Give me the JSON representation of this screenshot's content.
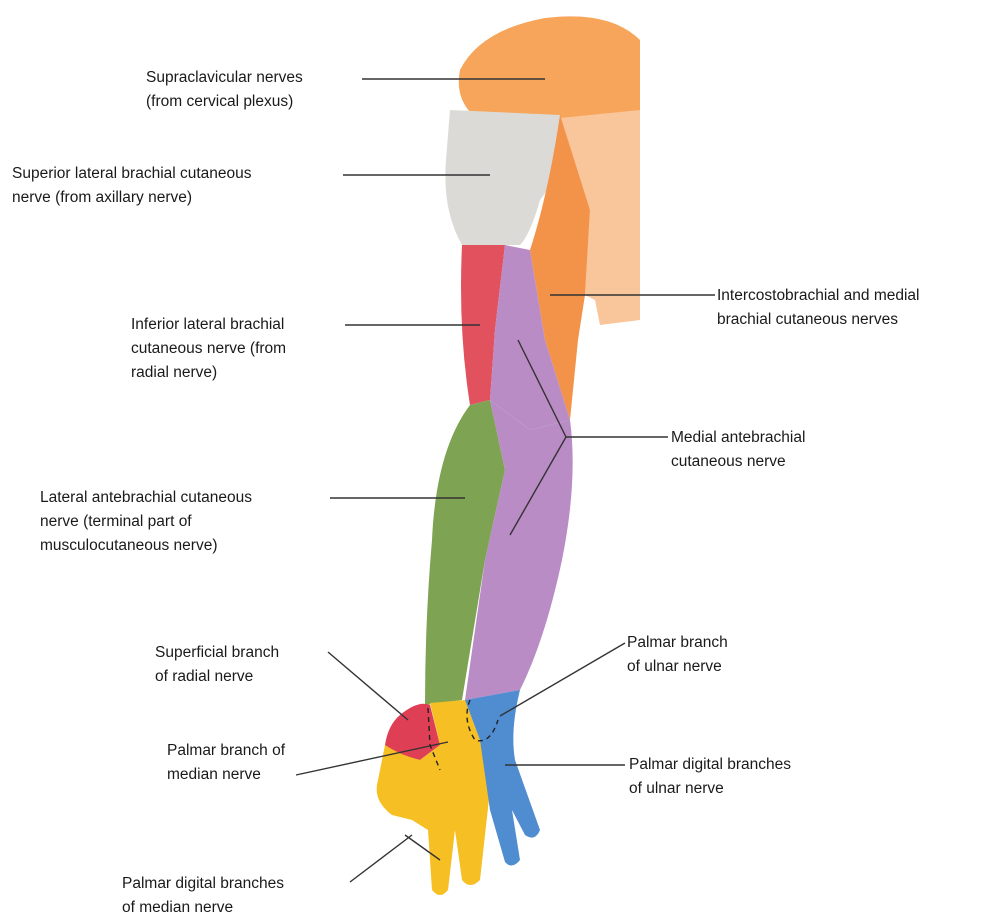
{
  "labels": {
    "supraclavicular": [
      "Supraclavicular nerves",
      "(from cervical plexus)"
    ],
    "superior_lateral": [
      "Superior lateral brachial cutaneous",
      "nerve (from axillary nerve)"
    ],
    "inferior_lateral": [
      "Inferior lateral brachial",
      "cutaneous nerve (from",
      "radial nerve)"
    ],
    "lateral_antebrachial": [
      "Lateral antebrachial cutaneous",
      "nerve (terminal part of",
      "musculocutaneous nerve)"
    ],
    "superficial_radial": [
      "Superficial branch",
      "of radial nerve"
    ],
    "palmar_median": [
      "Palmar branch of",
      "median nerve"
    ],
    "digital_median": [
      "Palmar digital branches",
      "of median nerve"
    ],
    "intercostobrachial": [
      "Intercostobrachial and medial",
      "brachial cutaneous nerves"
    ],
    "medial_antebrachial": [
      "Medial antebrachial",
      "cutaneous nerve"
    ],
    "palmar_ulnar": [
      "Palmar branch",
      "of ulnar nerve"
    ],
    "digital_ulnar": [
      "Palmar digital branches",
      "of ulnar nerve"
    ]
  },
  "colors": {
    "supraclavicular": "#f7a55a",
    "superior_lateral": "#dcdad6",
    "inferior_lateral": "#e2525e",
    "lateral_antebrachial": "#7ea353",
    "medial_antebrachial": "#b98cc6",
    "intercostobrachial": "#f3934a",
    "chest_skin": "#f9c59a",
    "superficial_radial": "#de3f55",
    "median": "#f6bf24",
    "ulnar": "#4f8cd0",
    "leader_line": "#333333"
  }
}
